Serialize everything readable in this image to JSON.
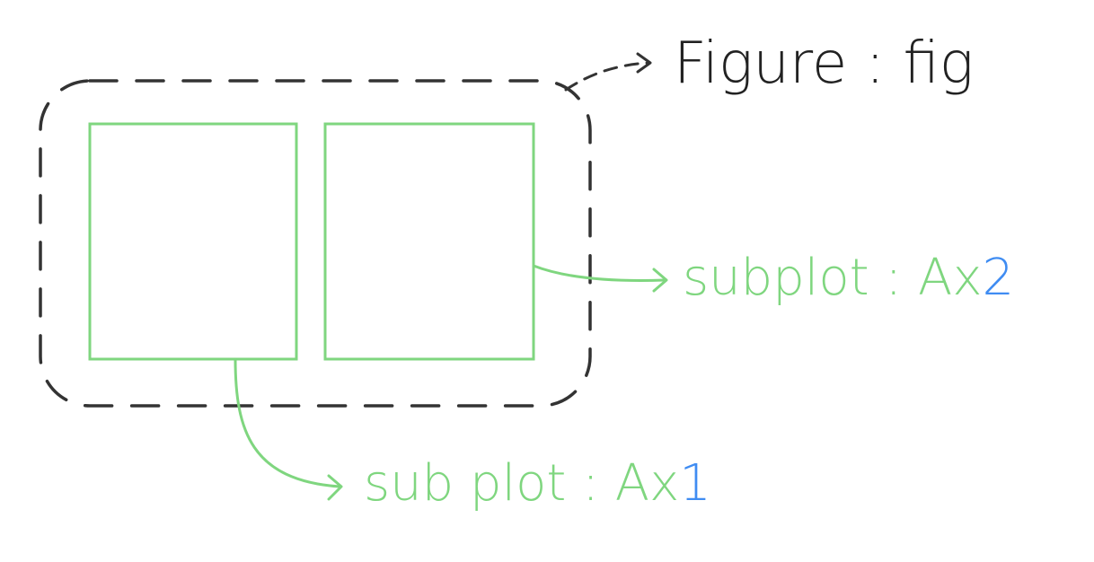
{
  "figure": {
    "label": "Figure : fig",
    "border_color": "#333333"
  },
  "subplots": [
    {
      "prefix": "sub plot : Ax",
      "index": "1"
    },
    {
      "prefix": "subplot : Ax",
      "index": "2"
    }
  ],
  "colors": {
    "subplot": "#7fd67f",
    "index": "#3f8cf2",
    "figure_text": "#222222",
    "background": "#ffffff"
  }
}
